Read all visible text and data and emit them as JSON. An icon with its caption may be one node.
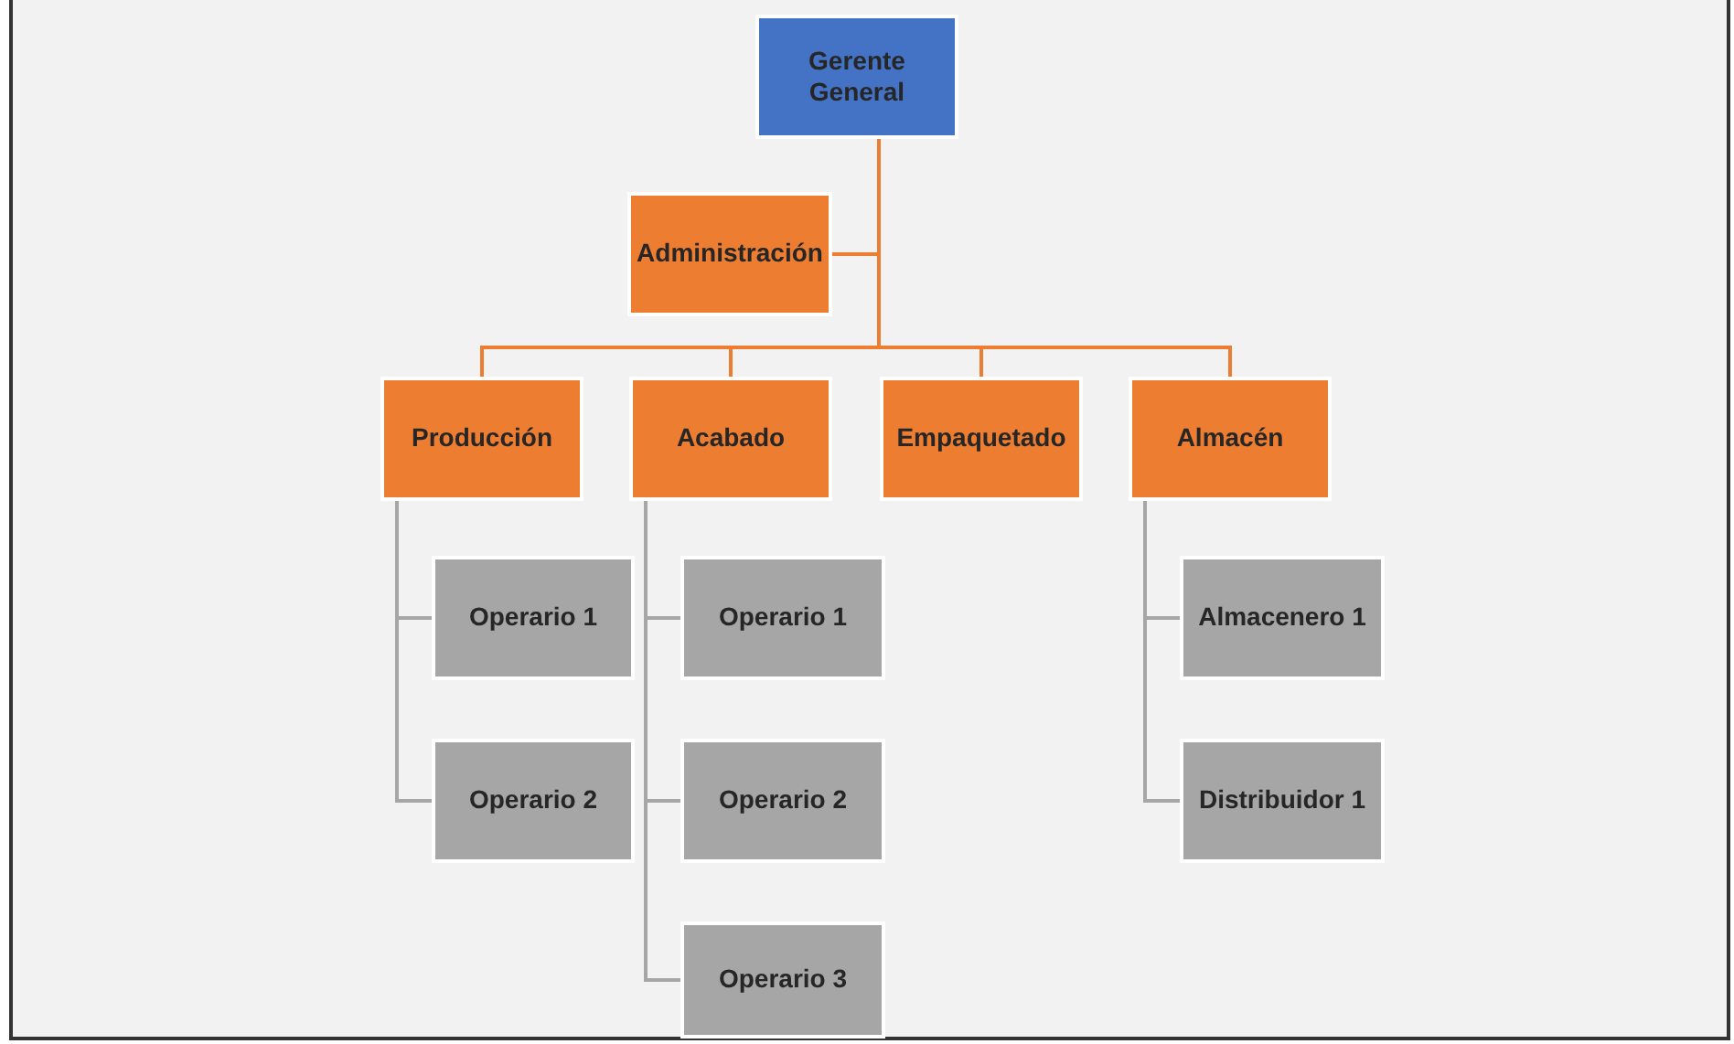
{
  "diagram": {
    "nodes": [
      {
        "text": [
          "Gerente General"
        ]
      },
      {
        "text": [
          "Administración"
        ]
      },
      {
        "text": [
          "Producción"
        ]
      },
      {
        "text": [
          "Acabado"
        ]
      },
      {
        "text": [
          "Empaquetado"
        ]
      },
      {
        "text": [
          "Almacén"
        ]
      },
      {
        "text": [
          "Operario 1"
        ]
      },
      {
        "text": [
          "Operario 2"
        ]
      },
      {
        "text": [
          "Operario 1"
        ]
      },
      {
        "text": [
          "Operario 2"
        ]
      },
      {
        "text": [
          "Operario 3"
        ]
      },
      {
        "text": [
          "Almacenero 1"
        ]
      },
      {
        "text": [
          "Distribuidor 1"
        ]
      }
    ],
    "edges": [
      {
        "from": 0,
        "to": 1,
        "arrow": "none",
        "color": "#ed7d31"
      },
      {
        "from": 0,
        "to": 2,
        "arrow": "none",
        "color": "#ed7d31"
      },
      {
        "from": 0,
        "to": 3,
        "arrow": "none",
        "color": "#ed7d31"
      },
      {
        "from": 0,
        "to": 4,
        "arrow": "none",
        "color": "#ed7d31"
      },
      {
        "from": 0,
        "to": 5,
        "arrow": "none",
        "color": "#ed7d31"
      },
      {
        "from": 2,
        "to": 6,
        "arrow": "none"
      },
      {
        "from": 2,
        "to": 7,
        "arrow": "none"
      },
      {
        "from": 3,
        "to": 8,
        "arrow": "none"
      },
      {
        "from": 3,
        "to": 9,
        "arrow": "none"
      },
      {
        "from": 3,
        "to": 10,
        "arrow": "none"
      },
      {
        "from": 5,
        "to": 11,
        "arrow": "none"
      },
      {
        "from": 5,
        "to": 12,
        "arrow": "none"
      }
    ]
  }
}
